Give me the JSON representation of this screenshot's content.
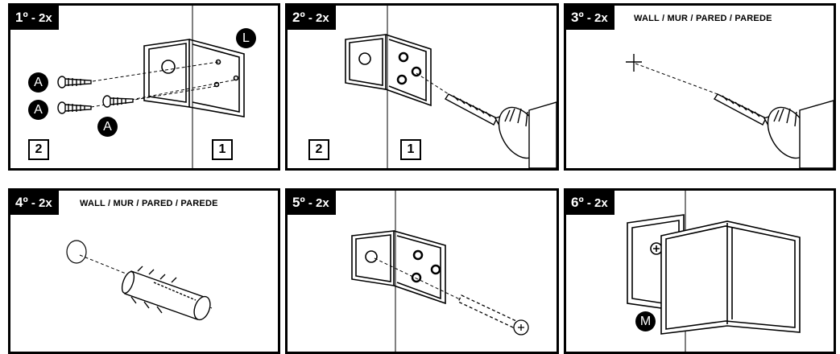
{
  "steps": [
    {
      "number": "1º",
      "qty": " - 2x"
    },
    {
      "number": "2º",
      "qty": " - 2x"
    },
    {
      "number": "3º",
      "qty": " - 2x"
    },
    {
      "number": "4º",
      "qty": " - 2x"
    },
    {
      "number": "5º",
      "qty": " - 2x"
    },
    {
      "number": "6º",
      "qty": " - 2x"
    }
  ],
  "wall_label": "WALL / MUR / PARED / PAREDE",
  "part_labels": {
    "screw": "A",
    "bracket": "L",
    "cover": "M"
  },
  "side_labels": {
    "first": "1",
    "second": "2"
  }
}
